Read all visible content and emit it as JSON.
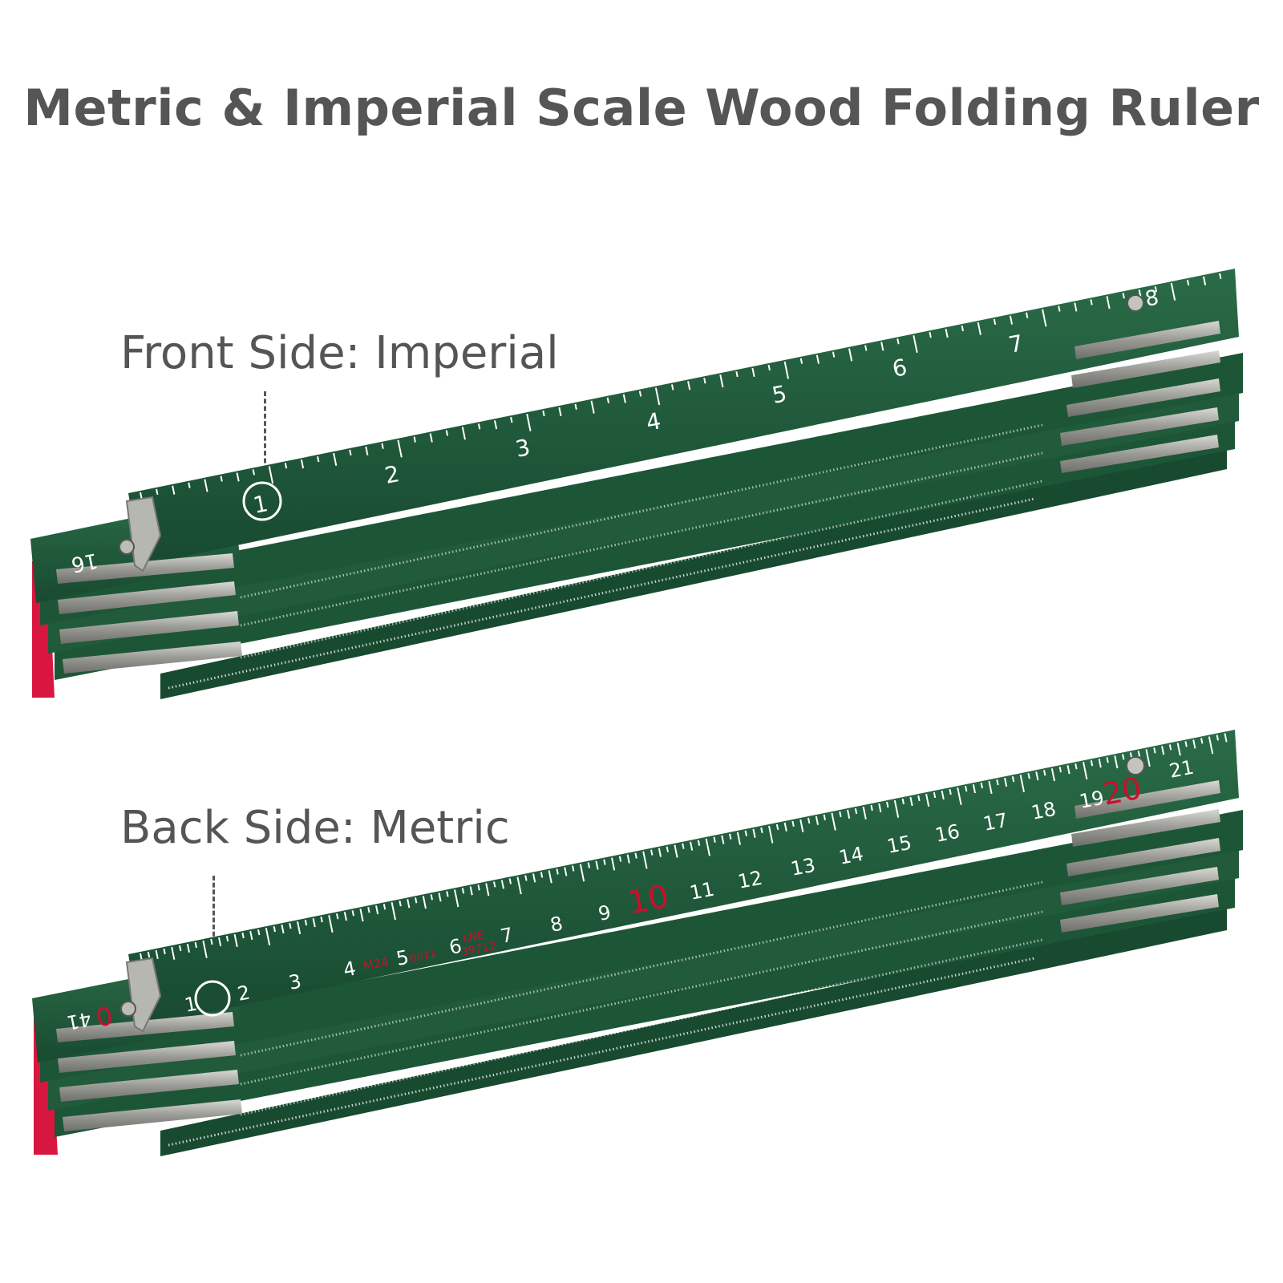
{
  "title": "Metric & Imperial Scale Wood Folding Ruler",
  "front": {
    "caption": "Front Side: Imperial",
    "numbers": [
      "1",
      "2",
      "3",
      "4",
      "5",
      "6",
      "7",
      "8"
    ],
    "end_label": "16"
  },
  "back": {
    "caption": "Back Side: Metric",
    "numbers": [
      "1",
      "2",
      "3",
      "4",
      "5",
      "6",
      "7",
      "8",
      "9",
      "11",
      "12",
      "13",
      "14",
      "15",
      "16",
      "17",
      "18",
      "19",
      "21"
    ],
    "red_numbers": [
      "10",
      "20"
    ],
    "end_label": "41",
    "end_red": "0",
    "marks": [
      "M24",
      "LNE",
      "39712",
      "0071"
    ]
  },
  "colors": {
    "ruler_green": "#1f5a3a",
    "ruler_dark": "#143f28",
    "hinge_metal": "#a9a9a4",
    "edge_red": "#d9163f",
    "text_gray": "#555555",
    "mark_red": "#c8102e"
  }
}
